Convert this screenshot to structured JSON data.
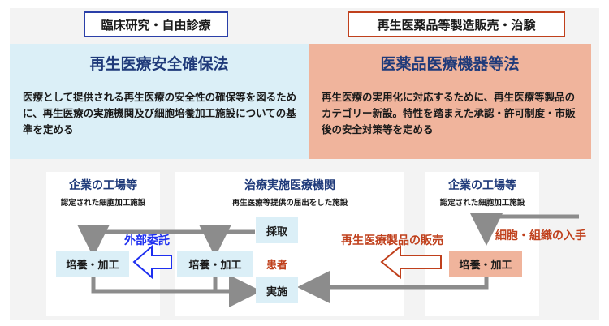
{
  "left": {
    "header": "臨床研究・自由診療",
    "title": "再生医療安全確保法",
    "description": "医療として提供される再生医療の安全性の確保等を図るために、再生医療の実施機関及び細胞培養加工施設についての基準を定める"
  },
  "right": {
    "header": "再生医薬品等製造販売・治験",
    "title": "医薬品医療機器等法",
    "description": "再生医療の実用化に対応するために、再生医療等製品のカテゴリー新設。特性を踏まえた承認・許可制度・市販後の安全対策等を定める"
  },
  "cards": {
    "factory_left": {
      "title": "企業の工場等",
      "subtitle": "認定された細胞加工施設"
    },
    "clinic": {
      "title": "治療実施医療機関",
      "subtitle": "再生医療等提供の届出をした施設"
    },
    "factory_right": {
      "title": "企業の工場等",
      "subtitle": "認定された細胞加工施設"
    }
  },
  "nodes": {
    "culture_left": "培養・加工",
    "culture_mid": "培養・加工",
    "collection": "採取",
    "patient": "患者",
    "implementation": "実施",
    "culture_right": "培養・加工"
  },
  "labels": {
    "outsourcing": "外部委託",
    "product_sales": "再生医療製品の販売",
    "cell_tissue_acquisition": "細胞・組織の入手"
  },
  "colors": {
    "left_band": "#dbeff7",
    "right_band": "#f0b49c",
    "title_blue": "#1f3a7a",
    "outsourcing_blue": "#1e2ff0",
    "sales_red": "#c0401c",
    "arrow_gray": "#8c8c8c"
  }
}
